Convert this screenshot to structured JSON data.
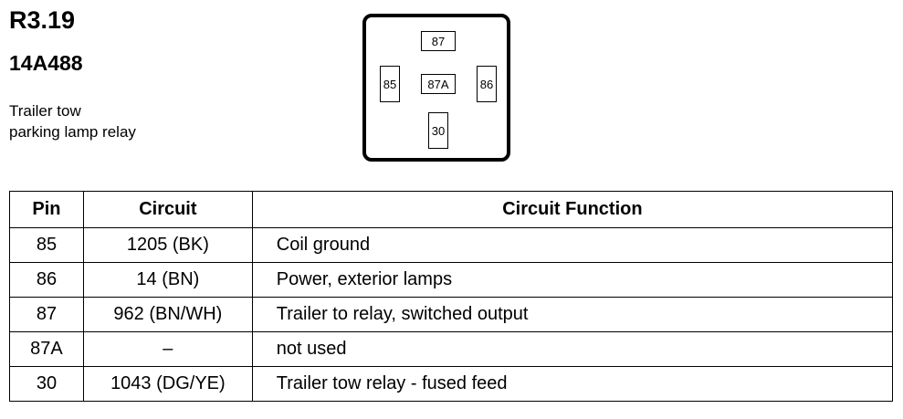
{
  "header": {
    "title": "R3.19",
    "part_number": "14A488",
    "description_line1": "Trailer tow",
    "description_line2": "parking lamp relay"
  },
  "relay_diagram": {
    "pin_top": "87",
    "pin_center": "87A",
    "pin_left": "85",
    "pin_right": "86",
    "pin_bottom": "30"
  },
  "table": {
    "headers": {
      "pin": "Pin",
      "circuit": "Circuit",
      "function": "Circuit Function"
    },
    "rows": [
      {
        "pin": "85",
        "circuit": "1205 (BK)",
        "function": "Coil ground"
      },
      {
        "pin": "86",
        "circuit": "14 (BN)",
        "function": "Power, exterior lamps"
      },
      {
        "pin": "87",
        "circuit": "962 (BN/WH)",
        "function": "Trailer to relay, switched output"
      },
      {
        "pin": "87A",
        "circuit": "–",
        "function": "not used"
      },
      {
        "pin": "30",
        "circuit": "1043 (DG/YE)",
        "function": "Trailer tow relay - fused feed"
      }
    ]
  }
}
